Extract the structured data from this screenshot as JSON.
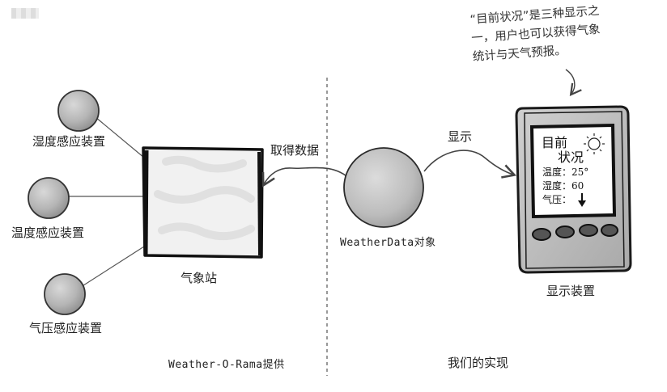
{
  "annotation_note": {
    "line1": "“目前状况”是三种显示之",
    "line2": "一，用户也可以获得气象",
    "line3": "统计与天气预报。"
  },
  "sensors": {
    "humidity": "湿度感应装置",
    "temperature": "温度感应装置",
    "pressure": "气压感应装置"
  },
  "weather_station": {
    "label": "气象站"
  },
  "arrows": {
    "pull": "取得数据",
    "display": "显示"
  },
  "weather_data": {
    "label": "WeatherData对象"
  },
  "display_device": {
    "label": "显示装置",
    "screen": {
      "title_line1": "目前",
      "title_line2": "状况",
      "temperature": "温度：25°",
      "humidity": "湿度：60",
      "pressure": "气压：",
      "pressure_trend_icon": "down-arrow-icon",
      "weather_icon": "sun-icon"
    }
  },
  "footer": {
    "left": "Weather-O-Rama提供",
    "right": "我们的实现"
  }
}
